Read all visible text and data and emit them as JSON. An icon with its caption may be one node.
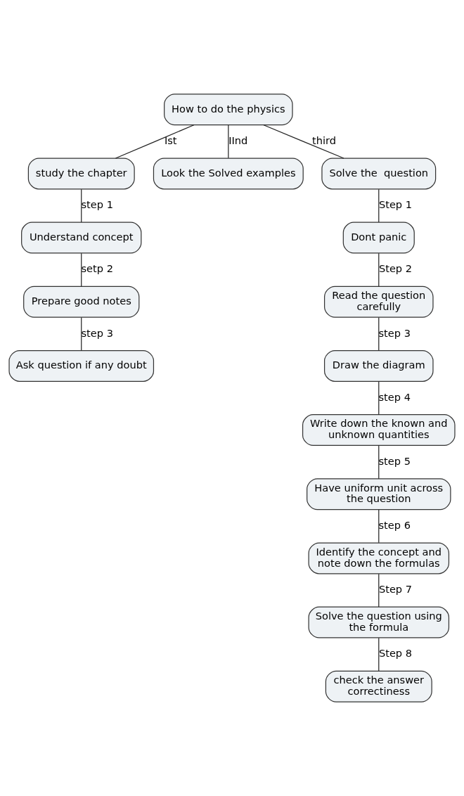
{
  "diagram": {
    "nodes": [
      {
        "text": [
          "How to do the physics"
        ]
      },
      {
        "text": [
          "study the chapter"
        ]
      },
      {
        "text": [
          "Look the Solved examples"
        ]
      },
      {
        "text": [
          "Solve the  question"
        ]
      },
      {
        "text": [
          "Understand concept"
        ]
      },
      {
        "text": [
          "Prepare good notes"
        ]
      },
      {
        "text": [
          "Ask question if any doubt"
        ]
      },
      {
        "text": [
          "Dont panic"
        ]
      },
      {
        "text": [
          "Read the question carefully"
        ]
      },
      {
        "text": [
          "Draw the diagram"
        ]
      },
      {
        "text": [
          "Write down the known and unknown quantities"
        ]
      },
      {
        "text": [
          "Have uniform unit across the question"
        ]
      },
      {
        "text": [
          "Identify the concept and note down the formulas"
        ]
      },
      {
        "text": [
          "Solve the question using the formula"
        ]
      },
      {
        "text": [
          "check the answer correctiness"
        ]
      }
    ],
    "edges": [
      {
        "from": 0,
        "to": 1,
        "arrow": "none",
        "label": "Ist"
      },
      {
        "from": 0,
        "to": 2,
        "arrow": "none",
        "label": "IInd"
      },
      {
        "from": 0,
        "to": 3,
        "arrow": "none",
        "label": "third"
      },
      {
        "from": 1,
        "to": 4,
        "arrow": "none",
        "label": "step 1"
      },
      {
        "from": 4,
        "to": 5,
        "arrow": "none",
        "label": "setp 2"
      },
      {
        "from": 5,
        "to": 6,
        "arrow": "none",
        "label": "step 3"
      },
      {
        "from": 3,
        "to": 7,
        "arrow": "none",
        "label": "Step 1"
      },
      {
        "from": 7,
        "to": 8,
        "arrow": "none",
        "label": "Step 2"
      },
      {
        "from": 8,
        "to": 9,
        "arrow": "none",
        "label": "step 3"
      },
      {
        "from": 9,
        "to": 10,
        "arrow": "none",
        "label": "step 4"
      },
      {
        "from": 10,
        "to": 11,
        "arrow": "none",
        "label": "step 5"
      },
      {
        "from": 11,
        "to": 12,
        "arrow": "none",
        "label": "step 6"
      },
      {
        "from": 12,
        "to": 13,
        "arrow": "none",
        "label": "Step 7"
      },
      {
        "from": 13,
        "to": 14,
        "arrow": "none",
        "label": "Step 8"
      }
    ]
  }
}
